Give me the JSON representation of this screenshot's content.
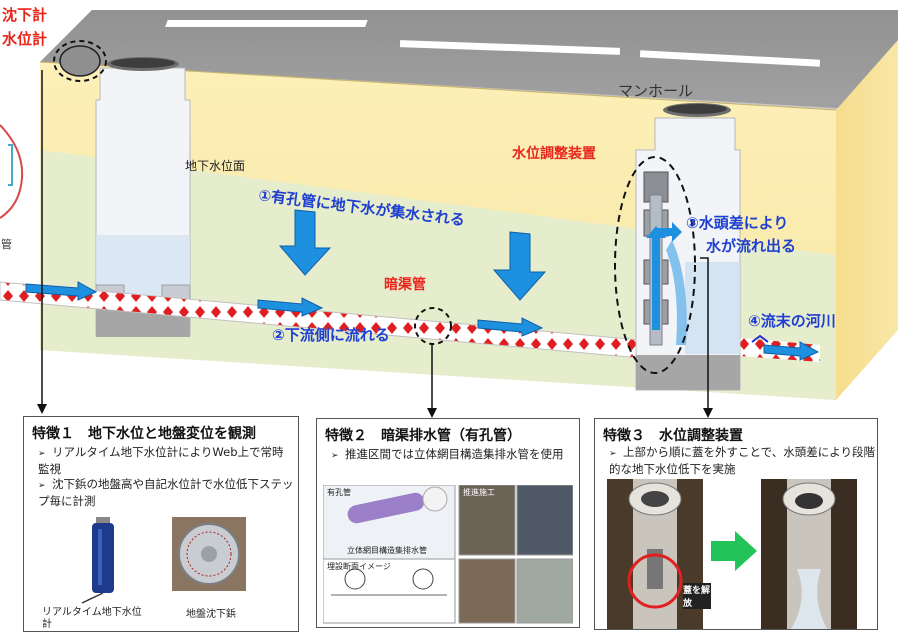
{
  "labels": {
    "sensor_title_line1": "沈下計",
    "sensor_title_line2": "水位計",
    "manhole": "マンホール",
    "groundwater_surface": "地下水位面",
    "water_level_device": "水位調整装置",
    "step1": "①有孔管に地下水が集水される",
    "step2": "②下流側に流れる",
    "step3_line1": "③水頭差により",
    "step3_line2": "水が流れ出る",
    "step4": "④流末の河川",
    "drain_pipe": "暗渠管",
    "left_edge_text": "管"
  },
  "panels": [
    {
      "title": "特徴１　地下水位と地盤変位を観測",
      "bullets": [
        "リアルタイム地下水位計によりWeb上で常時監視",
        "沈下鋲の地盤高や自記水位計で水位低下ステップ毎に計測"
      ],
      "captions": [
        "リアルタイム地下水位計",
        "地盤沈下鋲"
      ]
    },
    {
      "title": "特徴２　暗渠排水管（有孔管）",
      "bullets": [
        "推進区間では立体網目構造集排水管を使用"
      ],
      "captions": [
        "有孔管",
        "推進施工",
        "立体網目構造集排水管",
        "埋設断面イメージ"
      ]
    },
    {
      "title": "特徴３　水位調整装置",
      "bullets": [
        "上部から順に蓋を外すことで、水頭差により段階的な地下水位低下を実施"
      ],
      "captions": [
        "蓋を解放"
      ]
    }
  ],
  "colors": {
    "title_red": "#e8261c",
    "step_blue": "#1f3fd0",
    "arrow_blue": "#1e90e0",
    "soil_top": "#fdf0b8",
    "soil_bottom": "#e5ecc9",
    "pipe_red": "#e02020",
    "device_green": "#22c45a"
  }
}
